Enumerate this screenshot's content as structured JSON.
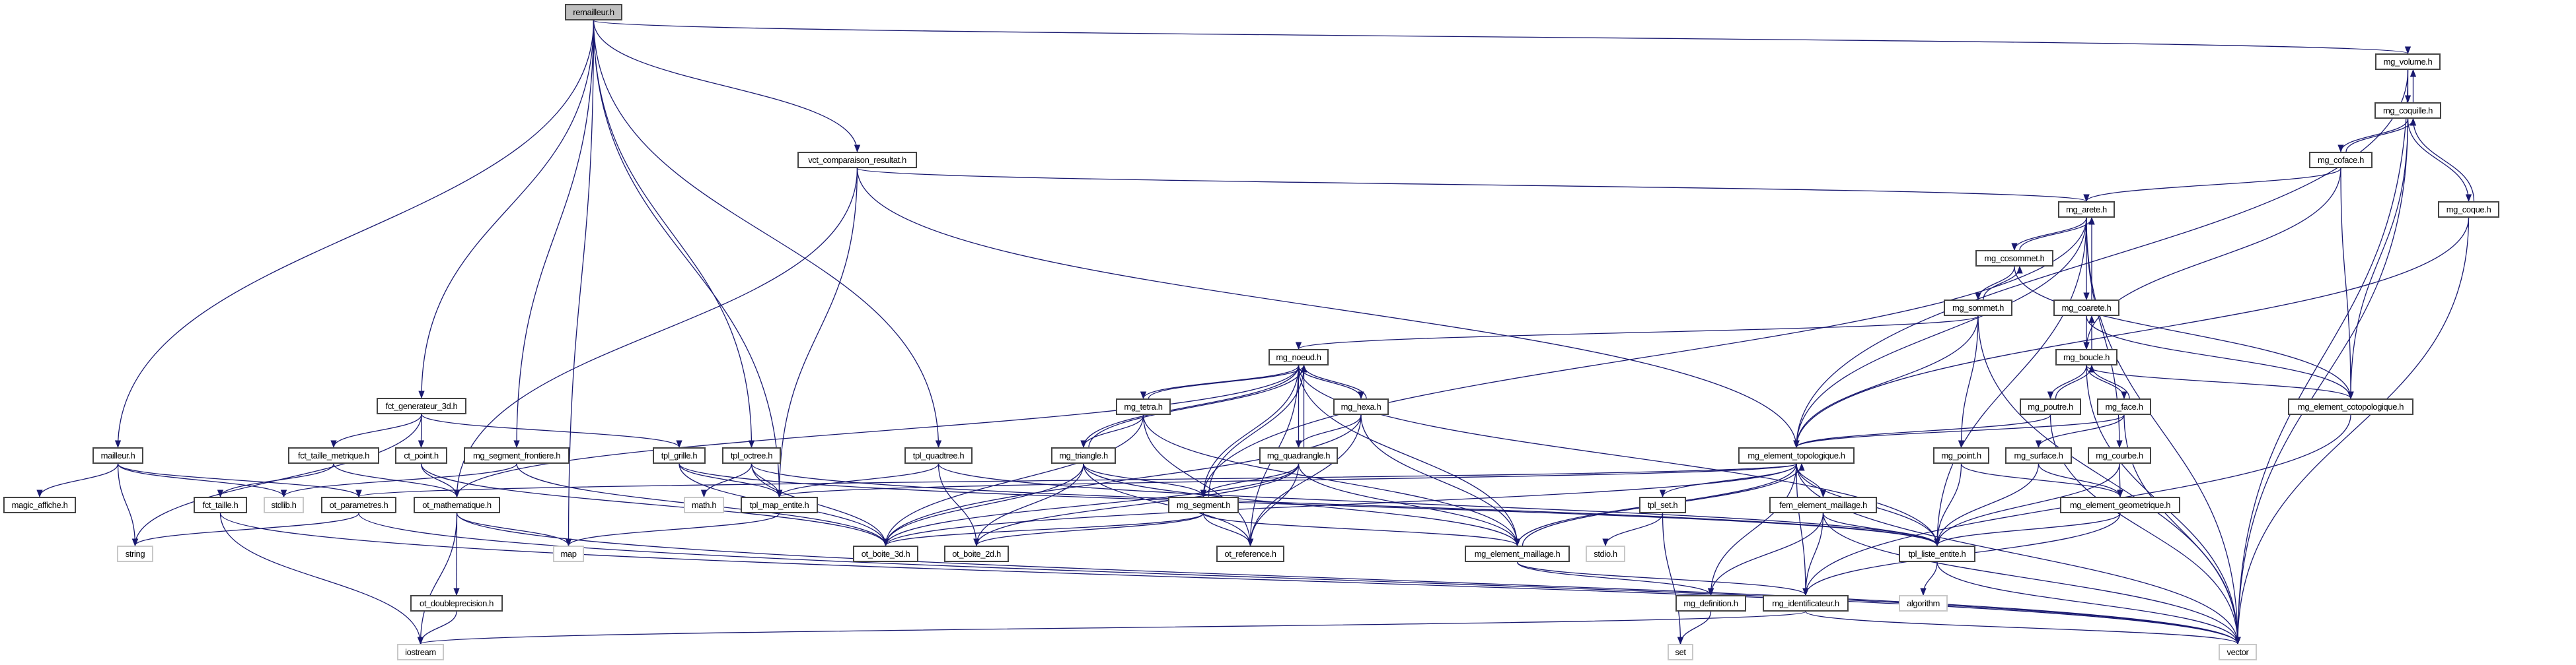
{
  "graph": {
    "type": "include-dependency-graph",
    "root": "remailleur.h",
    "edge_color": "#191970",
    "nodes": [
      {
        "id": "remailleur",
        "label": "remailleur.h",
        "kind": "root"
      },
      {
        "id": "vct",
        "label": "vct_comparaison_resultat.h",
        "kind": "file"
      },
      {
        "id": "volume",
        "label": "mg_volume.h",
        "kind": "file"
      },
      {
        "id": "coquille",
        "label": "mg_coquille.h",
        "kind": "file"
      },
      {
        "id": "coface",
        "label": "mg_coface.h",
        "kind": "file"
      },
      {
        "id": "arete",
        "label": "mg_arete.h",
        "kind": "file"
      },
      {
        "id": "coque",
        "label": "mg_coque.h",
        "kind": "file"
      },
      {
        "id": "cosommet",
        "label": "mg_cosommet.h",
        "kind": "file"
      },
      {
        "id": "sommet",
        "label": "mg_sommet.h",
        "kind": "file"
      },
      {
        "id": "coarete",
        "label": "mg_coarete.h",
        "kind": "file"
      },
      {
        "id": "boucle",
        "label": "mg_boucle.h",
        "kind": "file"
      },
      {
        "id": "noeud",
        "label": "mg_noeud.h",
        "kind": "file"
      },
      {
        "id": "poutre",
        "label": "mg_poutre.h",
        "kind": "file"
      },
      {
        "id": "face",
        "label": "mg_face.h",
        "kind": "file"
      },
      {
        "id": "elcotopo",
        "label": "mg_element_cotopologique.h",
        "kind": "file"
      },
      {
        "id": "tetra",
        "label": "mg_tetra.h",
        "kind": "file"
      },
      {
        "id": "hexa",
        "label": "mg_hexa.h",
        "kind": "file"
      },
      {
        "id": "fctgen",
        "label": "fct_generateur_3d.h",
        "kind": "file"
      },
      {
        "id": "mailleur",
        "label": "mailleur.h",
        "kind": "file"
      },
      {
        "id": "fcttm",
        "label": "fct_taille_metrique.h",
        "kind": "file"
      },
      {
        "id": "ctpoint",
        "label": "ct_point.h",
        "kind": "file"
      },
      {
        "id": "segfront",
        "label": "mg_segment_frontiere.h",
        "kind": "file"
      },
      {
        "id": "grille",
        "label": "tpl_grille.h",
        "kind": "file"
      },
      {
        "id": "octree",
        "label": "tpl_octree.h",
        "kind": "file"
      },
      {
        "id": "quadtree",
        "label": "tpl_quadtree.h",
        "kind": "file"
      },
      {
        "id": "triangle",
        "label": "mg_triangle.h",
        "kind": "file"
      },
      {
        "id": "quadrangle",
        "label": "mg_quadrangle.h",
        "kind": "file"
      },
      {
        "id": "eltopo",
        "label": "mg_element_topologique.h",
        "kind": "file"
      },
      {
        "id": "point",
        "label": "mg_point.h",
        "kind": "file"
      },
      {
        "id": "surface",
        "label": "mg_surface.h",
        "kind": "file"
      },
      {
        "id": "courbe",
        "label": "mg_courbe.h",
        "kind": "file"
      },
      {
        "id": "magic",
        "label": "magic_affiche.h",
        "kind": "file"
      },
      {
        "id": "fcttaille",
        "label": "fct_taille.h",
        "kind": "file"
      },
      {
        "id": "stdlib",
        "label": "stdlib.h",
        "kind": "system"
      },
      {
        "id": "otparam",
        "label": "ot_parametres.h",
        "kind": "file"
      },
      {
        "id": "otmath",
        "label": "ot_mathematique.h",
        "kind": "file"
      },
      {
        "id": "math",
        "label": "math.h",
        "kind": "system"
      },
      {
        "id": "mapent",
        "label": "tpl_map_entite.h",
        "kind": "file"
      },
      {
        "id": "segment",
        "label": "mg_segment.h",
        "kind": "file"
      },
      {
        "id": "tplset",
        "label": "tpl_set.h",
        "kind": "file"
      },
      {
        "id": "fem",
        "label": "fem_element_maillage.h",
        "kind": "file"
      },
      {
        "id": "elgeo",
        "label": "mg_element_geometrique.h",
        "kind": "file"
      },
      {
        "id": "string",
        "label": "string",
        "kind": "system"
      },
      {
        "id": "map",
        "label": "map",
        "kind": "system"
      },
      {
        "id": "boite3d",
        "label": "ot_boite_3d.h",
        "kind": "file"
      },
      {
        "id": "boite2d",
        "label": "ot_boite_2d.h",
        "kind": "file"
      },
      {
        "id": "otref",
        "label": "ot_reference.h",
        "kind": "file"
      },
      {
        "id": "elmaill",
        "label": "mg_element_maillage.h",
        "kind": "file"
      },
      {
        "id": "stdio",
        "label": "stdio.h",
        "kind": "system"
      },
      {
        "id": "liste",
        "label": "tpl_liste_entite.h",
        "kind": "file"
      },
      {
        "id": "dblprec",
        "label": "ot_doubleprecision.h",
        "kind": "file"
      },
      {
        "id": "definition",
        "label": "mg_definition.h",
        "kind": "file"
      },
      {
        "id": "ident",
        "label": "mg_identificateur.h",
        "kind": "file"
      },
      {
        "id": "algorithm",
        "label": "algorithm",
        "kind": "system"
      },
      {
        "id": "iostream",
        "label": "iostream",
        "kind": "system"
      },
      {
        "id": "set",
        "label": "set",
        "kind": "system"
      },
      {
        "id": "vector",
        "label": "vector",
        "kind": "system"
      }
    ],
    "edges": [
      [
        "remailleur",
        "mailleur"
      ],
      [
        "remailleur",
        "map"
      ],
      [
        "remailleur",
        "fctgen"
      ],
      [
        "remailleur",
        "segfront"
      ],
      [
        "remailleur",
        "octree"
      ],
      [
        "remailleur",
        "mapent"
      ],
      [
        "remailleur",
        "quadtree"
      ],
      [
        "remailleur",
        "vct"
      ],
      [
        "remailleur",
        "volume"
      ],
      [
        "vct",
        "arete"
      ],
      [
        "vct",
        "eltopo"
      ],
      [
        "vct",
        "otmath"
      ],
      [
        "vct",
        "mapent"
      ],
      [
        "volume",
        "coquille"
      ],
      [
        "volume",
        "eltopo"
      ],
      [
        "volume",
        "vector"
      ],
      [
        "coquille",
        "volume"
      ],
      [
        "coquille",
        "coface"
      ],
      [
        "coquille",
        "coque"
      ],
      [
        "coquille",
        "elcotopo"
      ],
      [
        "coquille",
        "vector"
      ],
      [
        "coface",
        "coquille"
      ],
      [
        "coface",
        "arete"
      ],
      [
        "coface",
        "boucle"
      ],
      [
        "coface",
        "elcotopo"
      ],
      [
        "coque",
        "coquille"
      ],
      [
        "coque",
        "eltopo"
      ],
      [
        "coque",
        "vector"
      ],
      [
        "arete",
        "cosommet"
      ],
      [
        "arete",
        "coarete"
      ],
      [
        "arete",
        "eltopo"
      ],
      [
        "arete",
        "courbe"
      ],
      [
        "arete",
        "liste"
      ],
      [
        "arete",
        "vector"
      ],
      [
        "arete",
        "segment"
      ],
      [
        "cosommet",
        "arete"
      ],
      [
        "cosommet",
        "sommet"
      ],
      [
        "cosommet",
        "elcotopo"
      ],
      [
        "sommet",
        "cosommet"
      ],
      [
        "sommet",
        "noeud"
      ],
      [
        "sommet",
        "eltopo"
      ],
      [
        "sommet",
        "point"
      ],
      [
        "sommet",
        "vector"
      ],
      [
        "coarete",
        "arete"
      ],
      [
        "coarete",
        "boucle"
      ],
      [
        "coarete",
        "elcotopo"
      ],
      [
        "boucle",
        "coarete"
      ],
      [
        "boucle",
        "poutre"
      ],
      [
        "boucle",
        "face"
      ],
      [
        "boucle",
        "elcotopo"
      ],
      [
        "boucle",
        "vector"
      ],
      [
        "poutre",
        "boucle"
      ],
      [
        "poutre",
        "eltopo"
      ],
      [
        "poutre",
        "vector"
      ],
      [
        "face",
        "boucle"
      ],
      [
        "face",
        "eltopo"
      ],
      [
        "face",
        "surface"
      ],
      [
        "face",
        "vector"
      ],
      [
        "elcotopo",
        "ident"
      ],
      [
        "point",
        "elgeo"
      ],
      [
        "point",
        "liste"
      ],
      [
        "surface",
        "elgeo"
      ],
      [
        "surface",
        "liste"
      ],
      [
        "courbe",
        "elgeo"
      ],
      [
        "courbe",
        "liste"
      ],
      [
        "elgeo",
        "liste"
      ],
      [
        "elgeo",
        "ident"
      ],
      [
        "eltopo",
        "elmaill"
      ],
      [
        "eltopo",
        "tplset"
      ],
      [
        "eltopo",
        "fem"
      ],
      [
        "eltopo",
        "liste"
      ],
      [
        "eltopo",
        "definition"
      ],
      [
        "eltopo",
        "ident"
      ],
      [
        "eltopo",
        "vector"
      ],
      [
        "eltopo",
        "boite3d"
      ],
      [
        "eltopo",
        "mapent"
      ],
      [
        "eltopo",
        "otparam"
      ],
      [
        "elmaill",
        "eltopo"
      ],
      [
        "elmaill",
        "definition"
      ],
      [
        "elmaill",
        "ident"
      ],
      [
        "tplset",
        "stdio"
      ],
      [
        "tplset",
        "set"
      ],
      [
        "fem",
        "definition"
      ],
      [
        "fem",
        "ident"
      ],
      [
        "fem",
        "liste"
      ],
      [
        "fem",
        "vector"
      ],
      [
        "liste",
        "algorithm"
      ],
      [
        "liste",
        "vector"
      ],
      [
        "definition",
        "set"
      ],
      [
        "ident",
        "iostream"
      ],
      [
        "ident",
        "vector"
      ],
      [
        "noeud",
        "tetra"
      ],
      [
        "noeud",
        "triangle"
      ],
      [
        "noeud",
        "segment"
      ],
      [
        "noeud",
        "quadrangle"
      ],
      [
        "noeud",
        "hexa"
      ],
      [
        "noeud",
        "elmaill"
      ],
      [
        "noeud",
        "liste"
      ],
      [
        "noeud",
        "otref"
      ],
      [
        "noeud",
        "otmath"
      ],
      [
        "tetra",
        "noeud"
      ],
      [
        "tetra",
        "triangle"
      ],
      [
        "tetra",
        "boite3d"
      ],
      [
        "tetra",
        "otref"
      ],
      [
        "tetra",
        "elmaill"
      ],
      [
        "hexa",
        "noeud"
      ],
      [
        "hexa",
        "quadrangle"
      ],
      [
        "hexa",
        "boite3d"
      ],
      [
        "hexa",
        "otref"
      ],
      [
        "hexa",
        "elmaill"
      ],
      [
        "triangle",
        "noeud"
      ],
      [
        "triangle",
        "segment"
      ],
      [
        "triangle",
        "boite3d"
      ],
      [
        "triangle",
        "boite2d"
      ],
      [
        "triangle",
        "otref"
      ],
      [
        "triangle",
        "elmaill"
      ],
      [
        "quadrangle",
        "noeud"
      ],
      [
        "quadrangle",
        "segment"
      ],
      [
        "quadrangle",
        "boite3d"
      ],
      [
        "quadrangle",
        "boite2d"
      ],
      [
        "quadrangle",
        "otref"
      ],
      [
        "quadrangle",
        "elmaill"
      ],
      [
        "segment",
        "noeud"
      ],
      [
        "segment",
        "boite3d"
      ],
      [
        "segment",
        "boite2d"
      ],
      [
        "segment",
        "otref"
      ],
      [
        "segment",
        "elmaill"
      ],
      [
        "grille",
        "mapent"
      ],
      [
        "grille",
        "boite3d"
      ],
      [
        "grille",
        "liste"
      ],
      [
        "octree",
        "math"
      ],
      [
        "octree",
        "mapent"
      ],
      [
        "octree",
        "boite3d"
      ],
      [
        "octree",
        "liste"
      ],
      [
        "quadtree",
        "mapent"
      ],
      [
        "quadtree",
        "boite2d"
      ],
      [
        "quadtree",
        "liste"
      ],
      [
        "mapent",
        "map"
      ],
      [
        "fctgen",
        "string"
      ],
      [
        "fctgen",
        "fcttm"
      ],
      [
        "fctgen",
        "ctpoint"
      ],
      [
        "fctgen",
        "grille"
      ],
      [
        "mailleur",
        "magic"
      ],
      [
        "mailleur",
        "string"
      ],
      [
        "mailleur",
        "stdlib"
      ],
      [
        "mailleur",
        "otparam"
      ],
      [
        "fcttm",
        "fcttaille"
      ],
      [
        "fcttm",
        "otmath"
      ],
      [
        "ctpoint",
        "otmath"
      ],
      [
        "ctpoint",
        "boite3d"
      ],
      [
        "segfront",
        "stdlib"
      ],
      [
        "segfront",
        "boite3d"
      ],
      [
        "fcttaille",
        "iostream"
      ],
      [
        "fcttaille",
        "vector"
      ],
      [
        "otparam",
        "string"
      ],
      [
        "otparam",
        "vector"
      ],
      [
        "otmath",
        "map"
      ],
      [
        "otmath",
        "iostream"
      ],
      [
        "otmath",
        "dblprec"
      ],
      [
        "otmath",
        "vector"
      ],
      [
        "dblprec",
        "iostream"
      ]
    ]
  }
}
